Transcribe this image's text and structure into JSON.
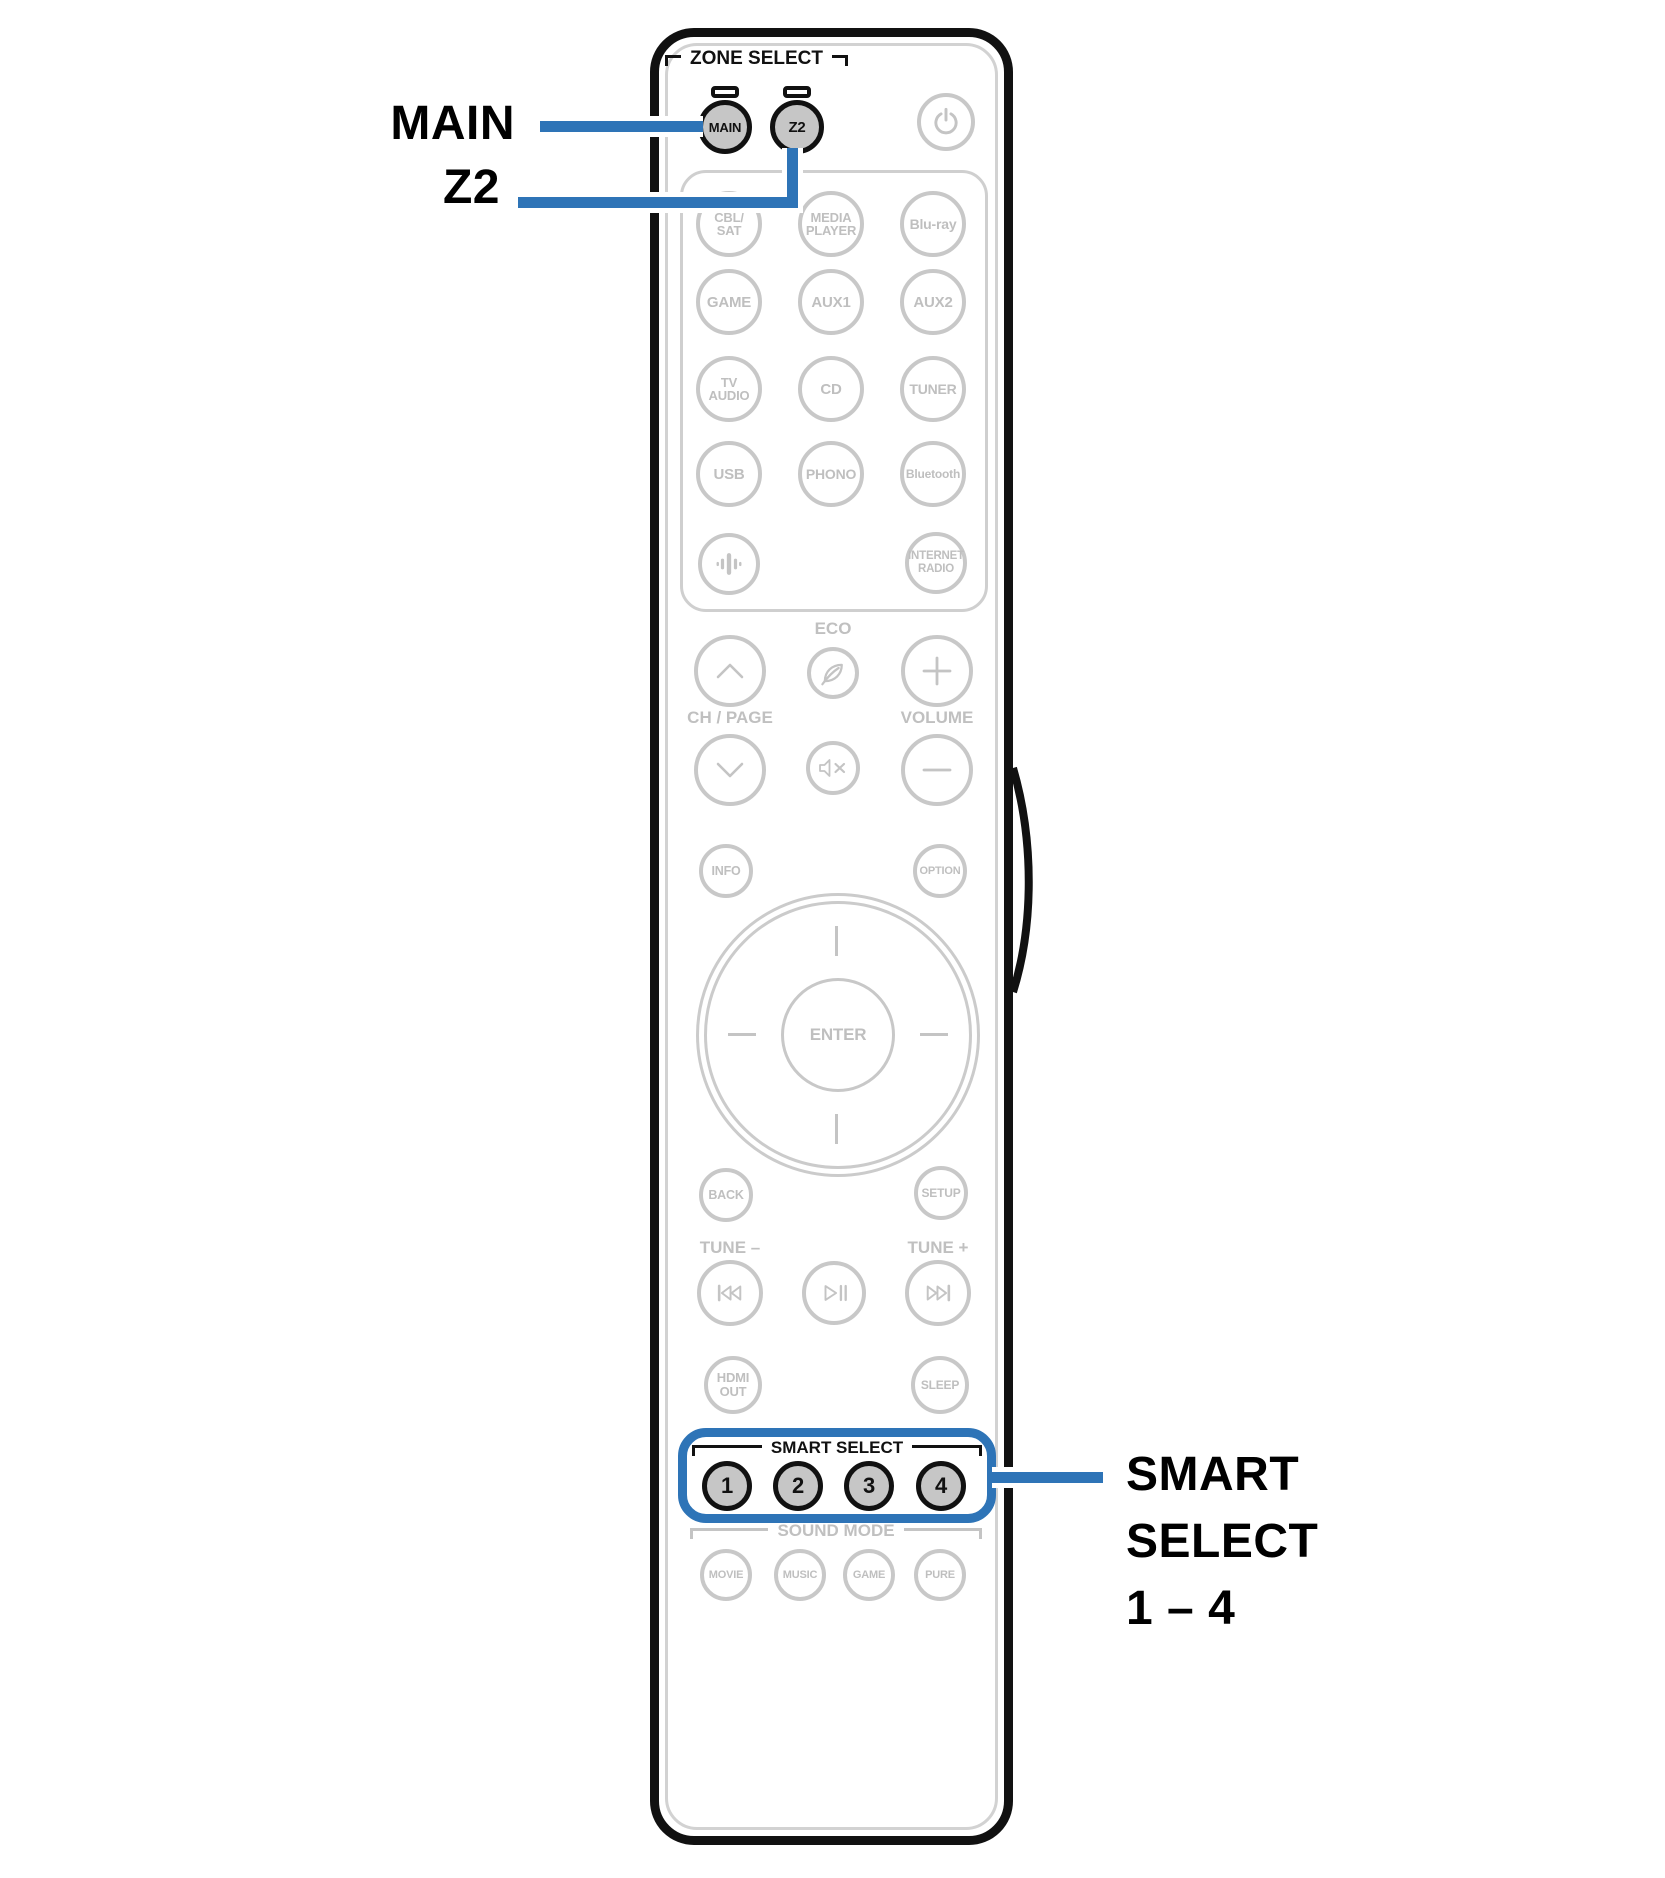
{
  "colors": {
    "callout_blue": "#2E74B7",
    "outline_gray": "#C8C8C8",
    "label_gray": "#C0C0C0",
    "body_black": "#111111",
    "button_fill_gray": "#C6C6C6"
  },
  "callouts": {
    "main": "MAIN",
    "z2": "Z2",
    "smart_lines": [
      "SMART",
      "SELECT",
      "1 – 4"
    ]
  },
  "remote": {
    "zone_select_label": "ZONE SELECT",
    "zone_buttons": [
      {
        "label": "MAIN"
      },
      {
        "label": "Z2"
      }
    ],
    "icons": {
      "power": "power-icon",
      "heos": "speaker-waves-icon",
      "eco": "leaf-icon",
      "ch_up": "chevron-up-icon",
      "ch_down": "chevron-down-icon",
      "vol_up": "plus-icon",
      "vol_down": "minus-icon",
      "mute": "mute-icon",
      "skip_back": "skip-back-icon",
      "play_pause": "play-pause-icon",
      "skip_fwd": "skip-forward-icon"
    },
    "sources": {
      "cbl_sat": [
        "CBL/",
        "SAT"
      ],
      "media_player": [
        "MEDIA",
        "PLAYER"
      ],
      "bluray": "Blu-ray",
      "game": "GAME",
      "aux1": "AUX1",
      "aux2": "AUX2",
      "tv_audio": [
        "TV",
        "AUDIO"
      ],
      "cd": "CD",
      "tuner": "TUNER",
      "usb": "USB",
      "phono": "PHONO",
      "bluetooth": "Bluetooth",
      "internet_radio": [
        "INTERNET",
        "RADIO"
      ]
    },
    "eco_label": "ECO",
    "ch_page_label": "CH / PAGE",
    "volume_label": "VOLUME",
    "info": "INFO",
    "option": "OPTION",
    "enter": "ENTER",
    "back": "BACK",
    "setup": "SETUP",
    "tune_minus": "TUNE –",
    "tune_plus": "TUNE +",
    "hdmi_out": [
      "HDMI",
      "OUT"
    ],
    "sleep": "SLEEP",
    "smart_select_label": "SMART SELECT",
    "smart_buttons": [
      "1",
      "2",
      "3",
      "4"
    ],
    "sound_mode_label": "SOUND MODE",
    "sound_buttons": [
      "MOVIE",
      "MUSIC",
      "GAME",
      "PURE"
    ]
  }
}
